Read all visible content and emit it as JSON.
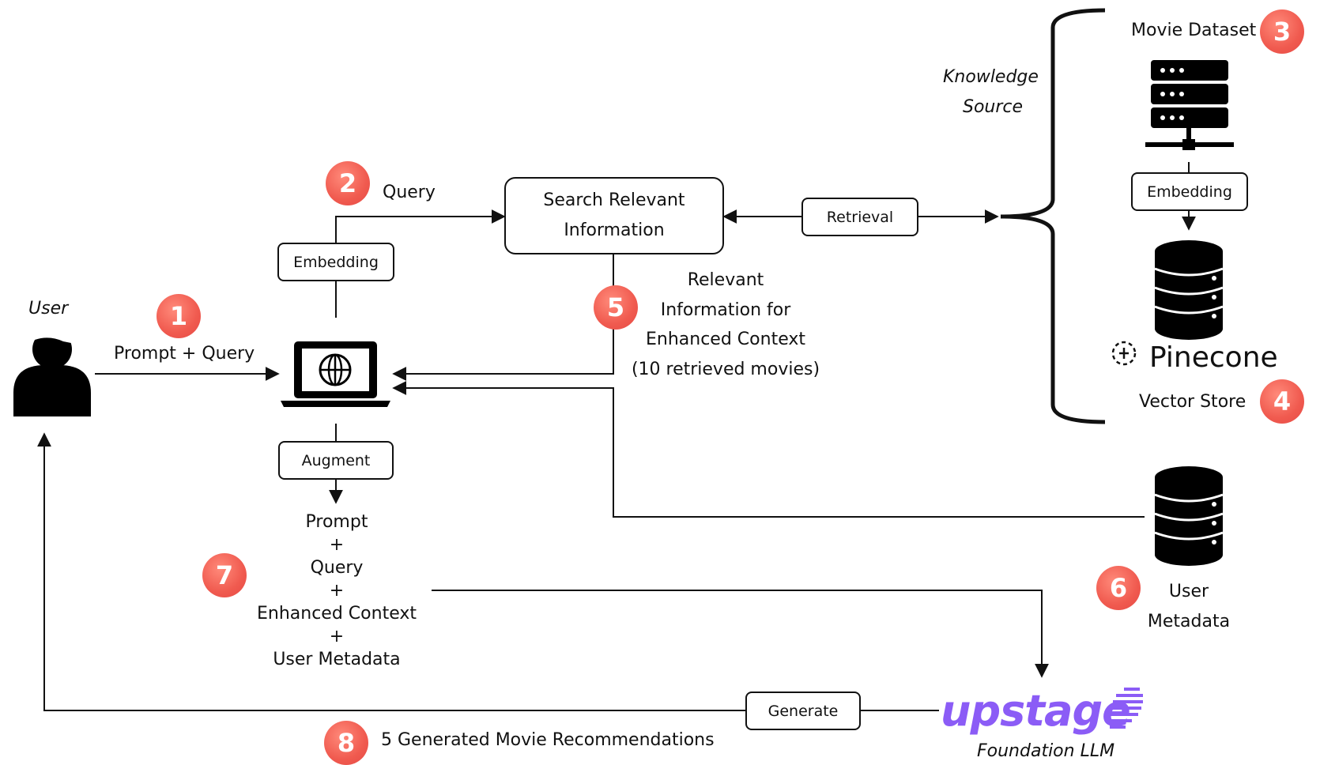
{
  "labels": {
    "user": "User",
    "prompt_query": "Prompt + Query",
    "query": "Query",
    "knowledge_source_1": "Knowledge",
    "knowledge_source_2": "Source",
    "movie_dataset": "Movie Dataset",
    "vector_store": "Vector Store",
    "relevant_1": "Relevant",
    "relevant_2": "Information for",
    "relevant_3": "Enhanced Context",
    "relevant_4": "(10 retrieved movies)",
    "user_metadata_1": "User",
    "user_metadata_2": "Metadata",
    "generated": "5 Generated Movie Recommendations",
    "foundation_llm": "Foundation LLM"
  },
  "boxes": {
    "search_1": "Search Relevant",
    "search_2": "Information",
    "embedding_left": "Embedding",
    "embedding_right": "Embedding",
    "retrieval": "Retrieval",
    "augment": "Augment",
    "generate": "Generate"
  },
  "augmented": {
    "prompt": "Prompt",
    "plus1": "+",
    "query": "Query",
    "plus2": "+",
    "context": "Enhanced Context",
    "plus3": "+",
    "metadata": "User Metadata"
  },
  "badges": {
    "b1": "1",
    "b2": "2",
    "b3": "3",
    "b4": "4",
    "b5": "5",
    "b6": "6",
    "b7": "7",
    "b8": "8"
  },
  "logos": {
    "pinecone": "Pinecone",
    "upstage": "upstage"
  },
  "icons": [
    "user-icon",
    "laptop-globe-icon",
    "server-icon",
    "database-icon",
    "pinecone-logo-icon",
    "upstage-logo-icon"
  ],
  "colors": {
    "badge": "#f05a4f",
    "upstage": "#8b5cf6",
    "line": "#111111"
  }
}
